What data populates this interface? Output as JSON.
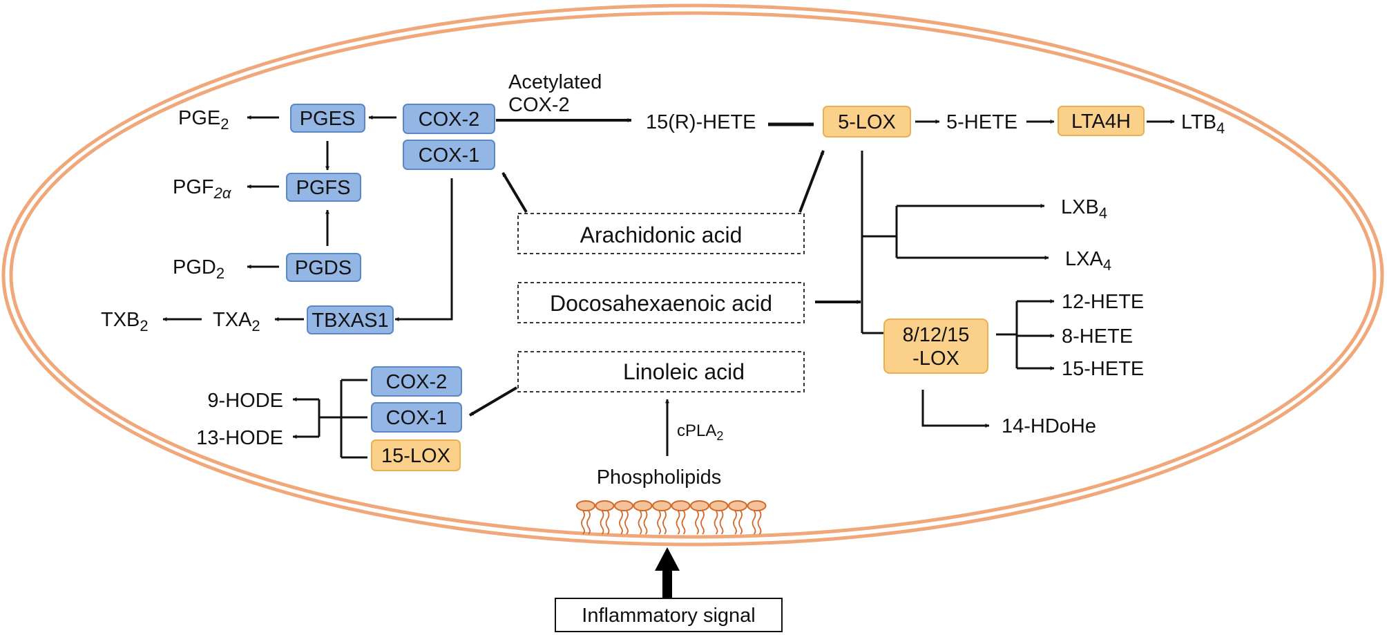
{
  "labels": {
    "acetylated_line1": "Acetylated",
    "acetylated_line2": "COX-2",
    "hete15r": "15(R)-HETE",
    "hete5": "5-HETE",
    "ltb": "LTB",
    "ltb_sub": "4",
    "lxb": "LXB",
    "lxb_sub": "4",
    "lxa": "LXA",
    "lxa_sub": "4",
    "hete12": "12-HETE",
    "hete8": "8-HETE",
    "hete15": "15-HETE",
    "hdohe14": "14-HDoHe",
    "pge": "PGE",
    "pge_sub": "2",
    "pgf": "PGF",
    "pgf_sub": "2α",
    "pgd": "PGD",
    "pgd_sub": "2",
    "txb": "TXB",
    "txb_sub": "2",
    "txa": "TXA",
    "txa_sub": "2",
    "hode9": "9-HODE",
    "hode13": "13-HODE",
    "cpla": "cPLA",
    "cpla_sub": "2",
    "phospholipids": "Phospholipids"
  },
  "enzymes": {
    "pges": "PGES",
    "pgfs": "PGFS",
    "pgds": "PGDS",
    "tbxas1": "TBXAS1",
    "cox2_top": "COX-2",
    "cox1_top": "COX-1",
    "cox2_bottom": "COX-2",
    "cox1_bottom": "COX-1",
    "lox15": "15-LOX",
    "lox5": "5-LOX",
    "lta4h": "LTA4H",
    "lox81215_line1": "8/12/15",
    "lox81215_line2": "-LOX"
  },
  "substrates": {
    "arachidonic": "Arachidonic acid",
    "docosahexaenoic": "Docosahexaenoic acid",
    "linoleic": "Linoleic acid"
  },
  "signal": "Inflammatory signal",
  "colors": {
    "cell_membrane": "#F0A87A",
    "cox_fill": "#94B6E4",
    "cox_stroke": "#5B86C4",
    "lox_fill": "#FAD08A",
    "lox_stroke": "#E8B050",
    "lipid_head": "#F4C39A",
    "lipid_stroke": "#D2692A"
  }
}
